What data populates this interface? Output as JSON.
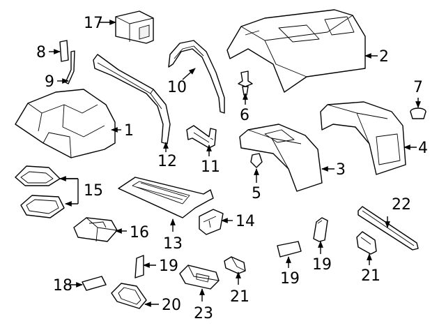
{
  "diagram": {
    "callouts": [
      {
        "id": "p1",
        "label": "1"
      },
      {
        "id": "p2",
        "label": "2"
      },
      {
        "id": "p3",
        "label": "3"
      },
      {
        "id": "p4",
        "label": "4"
      },
      {
        "id": "p5",
        "label": "5"
      },
      {
        "id": "p6",
        "label": "6"
      },
      {
        "id": "p7",
        "label": "7"
      },
      {
        "id": "p8",
        "label": "8"
      },
      {
        "id": "p9",
        "label": "9"
      },
      {
        "id": "p10",
        "label": "10"
      },
      {
        "id": "p11",
        "label": "11"
      },
      {
        "id": "p12",
        "label": "12"
      },
      {
        "id": "p13",
        "label": "13"
      },
      {
        "id": "p14",
        "label": "14"
      },
      {
        "id": "p15",
        "label": "15"
      },
      {
        "id": "p16",
        "label": "16"
      },
      {
        "id": "p17",
        "label": "17"
      },
      {
        "id": "p18",
        "label": "18"
      },
      {
        "id": "p19a",
        "label": "19"
      },
      {
        "id": "p19b",
        "label": "19"
      },
      {
        "id": "p19c",
        "label": "19"
      },
      {
        "id": "p20",
        "label": "20"
      },
      {
        "id": "p21a",
        "label": "21"
      },
      {
        "id": "p21b",
        "label": "21"
      },
      {
        "id": "p22",
        "label": "22"
      },
      {
        "id": "p23",
        "label": "23"
      }
    ]
  }
}
